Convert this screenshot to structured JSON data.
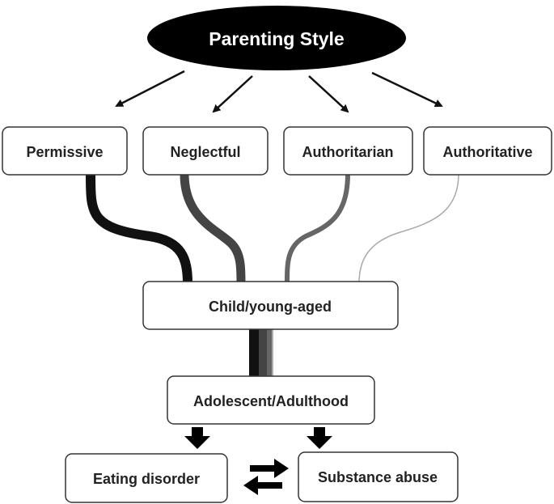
{
  "title": "Parenting Style",
  "styles": [
    "Permissive",
    "Neglectful",
    "Authoritarian",
    "Authoritative"
  ],
  "stages": {
    "child": "Child/young-aged",
    "adolescent": "Adolescent/Adulthood"
  },
  "outcomes": {
    "eating": "Eating disorder",
    "substance": "Substance abuse"
  },
  "colors": {
    "permissive_path": "#111111",
    "neglectful_path": "#444444",
    "authoritarian_path": "#666666",
    "authoritative_path": "#aaaaaa",
    "box_border": "#333333",
    "ellipse_fill": "#000000"
  }
}
